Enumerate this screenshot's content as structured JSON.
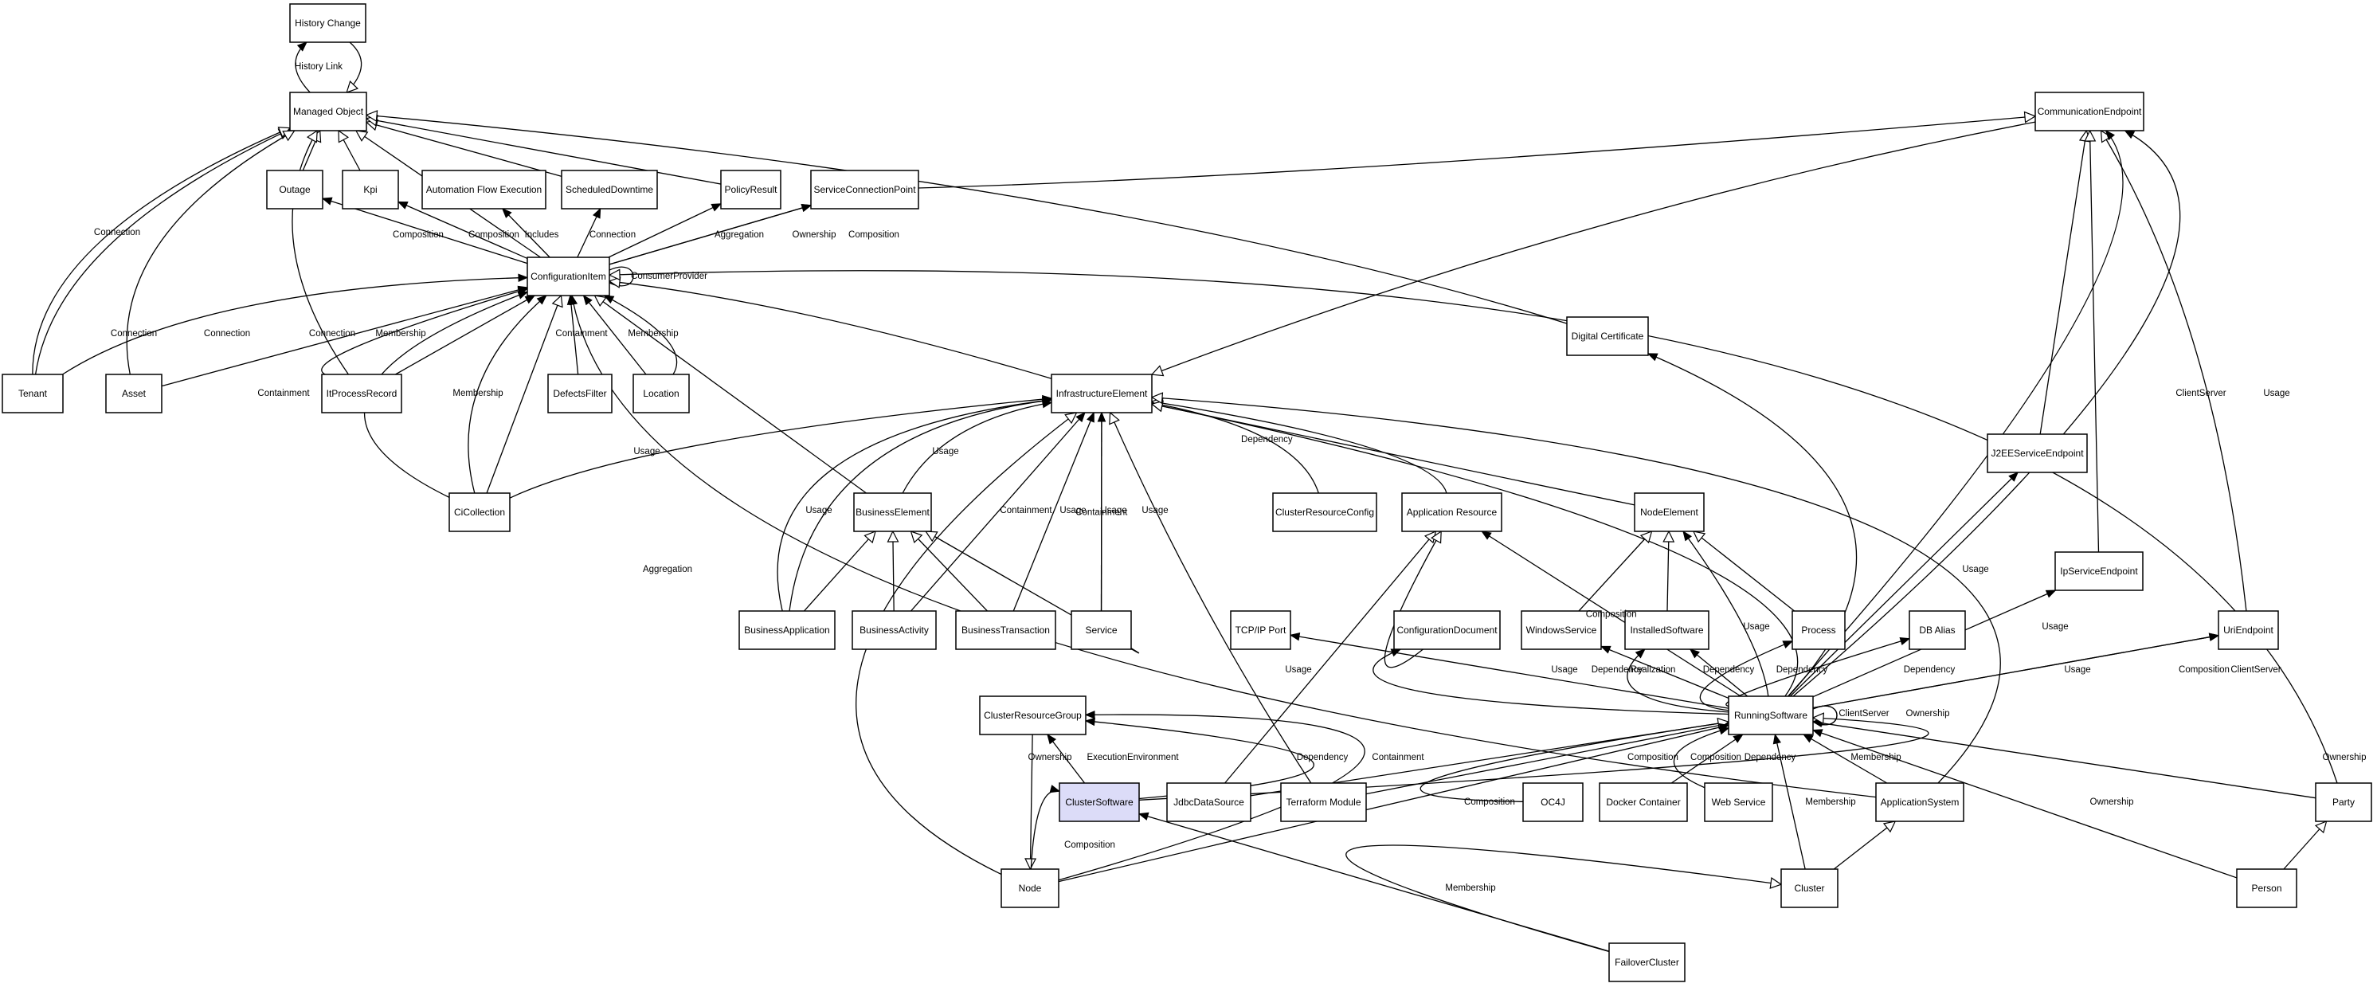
{
  "colors": {
    "node_fill": "#ffffff",
    "highlight_fill": "#dcdcf8",
    "stroke": "#000000"
  },
  "nodes": [
    {
      "id": "history_change",
      "label": "History Change"
    },
    {
      "id": "managed_object",
      "label": "Managed Object"
    },
    {
      "id": "outage",
      "label": "Outage"
    },
    {
      "id": "kpi",
      "label": "Kpi"
    },
    {
      "id": "automation_flow_execution",
      "label": "Automation Flow Execution"
    },
    {
      "id": "scheduled_downtime",
      "label": "ScheduledDowntime"
    },
    {
      "id": "policy_result",
      "label": "PolicyResult"
    },
    {
      "id": "service_connection_point",
      "label": "ServiceConnectionPoint"
    },
    {
      "id": "configuration_item",
      "label": "ConfigurationItem"
    },
    {
      "id": "communication_endpoint",
      "label": "CommunicationEndpoint"
    },
    {
      "id": "tenant",
      "label": "Tenant"
    },
    {
      "id": "asset",
      "label": "Asset"
    },
    {
      "id": "it_process_record",
      "label": "ItProcessRecord"
    },
    {
      "id": "defects_filter",
      "label": "DefectsFilter"
    },
    {
      "id": "location",
      "label": "Location"
    },
    {
      "id": "digital_certificate",
      "label": "Digital Certificate"
    },
    {
      "id": "infrastructure_element",
      "label": "InfrastructureElement"
    },
    {
      "id": "j2ee_service_endpoint",
      "label": "J2EEServiceEndpoint"
    },
    {
      "id": "ci_collection",
      "label": "CiCollection"
    },
    {
      "id": "business_element",
      "label": "BusinessElement"
    },
    {
      "id": "cluster_resource_config",
      "label": "ClusterResourceConfig"
    },
    {
      "id": "application_resource",
      "label": "Application Resource"
    },
    {
      "id": "node_element",
      "label": "NodeElement"
    },
    {
      "id": "ip_service_endpoint",
      "label": "IpServiceEndpoint"
    },
    {
      "id": "business_application",
      "label": "BusinessApplication"
    },
    {
      "id": "business_activity",
      "label": "BusinessActivity"
    },
    {
      "id": "business_transaction",
      "label": "BusinessTransaction"
    },
    {
      "id": "service",
      "label": "Service"
    },
    {
      "id": "tcpip_port",
      "label": "TCP/IP Port"
    },
    {
      "id": "configuration_document",
      "label": "ConfigurationDocument"
    },
    {
      "id": "windows_service",
      "label": "WindowsService"
    },
    {
      "id": "installed_software",
      "label": "InstalledSoftware"
    },
    {
      "id": "process",
      "label": "Process"
    },
    {
      "id": "db_alias",
      "label": "DB Alias"
    },
    {
      "id": "uri_endpoint",
      "label": "UriEndpoint"
    },
    {
      "id": "cluster_resource_group",
      "label": "ClusterResourceGroup"
    },
    {
      "id": "running_software",
      "label": "RunningSoftware"
    },
    {
      "id": "cluster_software",
      "label": "ClusterSoftware",
      "highlight": true
    },
    {
      "id": "jdbc_data_source",
      "label": "JdbcDataSource"
    },
    {
      "id": "terraform_module",
      "label": "Terraform Module"
    },
    {
      "id": "oc4j",
      "label": "OC4J"
    },
    {
      "id": "docker_container",
      "label": "Docker Container"
    },
    {
      "id": "web_service",
      "label": "Web Service"
    },
    {
      "id": "application_system",
      "label": "ApplicationSystem"
    },
    {
      "id": "party",
      "label": "Party"
    },
    {
      "id": "node",
      "label": "Node"
    },
    {
      "id": "cluster",
      "label": "Cluster"
    },
    {
      "id": "person",
      "label": "Person"
    },
    {
      "id": "failover_cluster",
      "label": "FailoverCluster"
    }
  ],
  "edges": [
    {
      "from": "managed_object",
      "to": "history_change",
      "label": "History Link",
      "head": "filled"
    },
    {
      "from": "history_change",
      "to": "managed_object",
      "label": "",
      "head": "hollow"
    },
    {
      "from": "outage",
      "to": "managed_object",
      "label": "",
      "head": "hollow"
    },
    {
      "from": "kpi",
      "to": "managed_object",
      "label": "",
      "head": "hollow"
    },
    {
      "from": "scheduled_downtime",
      "to": "managed_object",
      "label": "",
      "head": "hollow"
    },
    {
      "from": "policy_result",
      "to": "managed_object",
      "label": "",
      "head": "hollow"
    },
    {
      "from": "configuration_item",
      "to": "managed_object",
      "label": "",
      "head": "hollow"
    },
    {
      "from": "tenant",
      "to": "managed_object",
      "label": "Connection",
      "head": "hollow"
    },
    {
      "from": "tenant",
      "to": "managed_object",
      "label": "",
      "head": "hollow"
    },
    {
      "from": "asset",
      "to": "managed_object",
      "label": "",
      "head": "hollow"
    },
    {
      "from": "it_process_record",
      "to": "managed_object",
      "label": "",
      "head": "hollow"
    },
    {
      "from": "digital_certificate",
      "to": "managed_object",
      "label": "",
      "head": "hollow"
    },
    {
      "from": "configuration_item",
      "to": "outage",
      "label": "Composition",
      "head": "filled"
    },
    {
      "from": "configuration_item",
      "to": "kpi",
      "label": "Composition",
      "head": "filled"
    },
    {
      "from": "configuration_item",
      "to": "automation_flow_execution",
      "label": "Includes",
      "head": "filled"
    },
    {
      "from": "configuration_item",
      "to": "scheduled_downtime",
      "label": "Connection",
      "head": "filled"
    },
    {
      "from": "configuration_item",
      "to": "policy_result",
      "label": "Aggregation",
      "head": "filled"
    },
    {
      "from": "configuration_item",
      "to": "service_connection_point",
      "label": "Ownership",
      "head": "filled"
    },
    {
      "from": "configuration_item",
      "to": "service_connection_point",
      "label": "Composition",
      "head": "filled"
    },
    {
      "from": "service_connection_point",
      "to": "communication_endpoint",
      "label": "",
      "head": "hollow"
    },
    {
      "from": "tenant",
      "to": "configuration_item",
      "label": "Connection",
      "head": "filled"
    },
    {
      "from": "asset",
      "to": "configuration_item",
      "label": "Connection",
      "head": "filled"
    },
    {
      "from": "it_process_record",
      "to": "configuration_item",
      "label": "Connection",
      "head": "filled"
    },
    {
      "from": "it_process_record",
      "to": "configuration_item",
      "label": "Membership",
      "head": "filled"
    },
    {
      "from": "defects_filter",
      "to": "configuration_item",
      "label": "Containment",
      "head": "filled"
    },
    {
      "from": "location",
      "to": "configuration_item",
      "label": "Membership",
      "head": "filled"
    },
    {
      "from": "location",
      "to": "configuration_item",
      "label": "",
      "head": "filled"
    },
    {
      "from": "ci_collection",
      "to": "configuration_item",
      "label": "Containment",
      "head": "filled"
    },
    {
      "from": "ci_collection",
      "to": "configuration_item",
      "label": "Membership",
      "head": "filled"
    },
    {
      "from": "ci_collection",
      "to": "configuration_item",
      "label": "",
      "head": "hollow"
    },
    {
      "from": "configuration_item",
      "to": "configuration_item",
      "label": "ConsumerProvider",
      "head": "filled"
    },
    {
      "from": "infrastructure_element",
      "to": "configuration_item",
      "label": "",
      "head": "hollow"
    },
    {
      "from": "business_element",
      "to": "configuration_item",
      "label": "",
      "head": "hollow"
    },
    {
      "from": "party",
      "to": "configuration_item",
      "label": "",
      "head": "hollow"
    },
    {
      "from": "application_system",
      "to": "configuration_item",
      "label": "Aggregation",
      "head": "filled"
    },
    {
      "from": "communication_endpoint",
      "to": "infrastructure_element",
      "label": "",
      "head": "hollow"
    },
    {
      "from": "ci_collection",
      "to": "infrastructure_element",
      "label": "Usage",
      "head": "filled"
    },
    {
      "from": "business_element",
      "to": "infrastructure_element",
      "label": "Usage",
      "head": "filled"
    },
    {
      "from": "business_application",
      "to": "infrastructure_element",
      "label": "Usage",
      "head": "filled"
    },
    {
      "from": "business_application",
      "to": "infrastructure_element",
      "label": "Containment",
      "head": "filled"
    },
    {
      "from": "business_activity",
      "to": "infrastructure_element",
      "label": "Usage",
      "head": "filled"
    },
    {
      "from": "business_transaction",
      "to": "infrastructure_element",
      "label": "Usage",
      "head": "filled"
    },
    {
      "from": "service",
      "to": "infrastructure_element",
      "label": "Usage",
      "head": "filled"
    },
    {
      "from": "service",
      "to": "infrastructure_element",
      "label": "Containment",
      "head": "filled"
    },
    {
      "from": "node",
      "to": "infrastructure_element",
      "label": "",
      "head": "hollow"
    },
    {
      "from": "terraform_module",
      "to": "infrastructure_element",
      "label": "",
      "head": "hollow"
    },
    {
      "from": "cluster_resource_config",
      "to": "infrastructure_element",
      "label": "Dependency",
      "head": "filled"
    },
    {
      "from": "application_resource",
      "to": "infrastructure_element",
      "label": "",
      "head": "hollow"
    },
    {
      "from": "node_element",
      "to": "infrastructure_element",
      "label": "",
      "head": "hollow"
    },
    {
      "from": "running_software",
      "to": "infrastructure_element",
      "label": "",
      "head": "hollow"
    },
    {
      "from": "application_system",
      "to": "infrastructure_element",
      "label": "",
      "head": "hollow"
    },
    {
      "from": "business_application",
      "to": "business_element",
      "label": "",
      "head": "hollow"
    },
    {
      "from": "business_activity",
      "to": "business_element",
      "label": "",
      "head": "hollow"
    },
    {
      "from": "business_transaction",
      "to": "business_element",
      "label": "",
      "head": "hollow"
    },
    {
      "from": "service",
      "to": "business_element",
      "label": "",
      "head": "hollow"
    },
    {
      "from": "jdbc_data_source",
      "to": "application_resource",
      "label": "",
      "head": "hollow"
    },
    {
      "from": "configuration_document",
      "to": "application_resource",
      "label": "",
      "head": "hollow"
    },
    {
      "from": "running_software",
      "to": "application_resource",
      "label": "Composition",
      "head": "filled"
    },
    {
      "from": "windows_service",
      "to": "node_element",
      "label": "",
      "head": "hollow"
    },
    {
      "from": "installed_software",
      "to": "node_element",
      "label": "",
      "head": "hollow"
    },
    {
      "from": "process",
      "to": "node_element",
      "label": "",
      "head": "hollow"
    },
    {
      "from": "running_software",
      "to": "node_element",
      "label": "Usage",
      "head": "filled"
    },
    {
      "from": "j2ee_service_endpoint",
      "to": "communication_endpoint",
      "label": "",
      "head": "hollow"
    },
    {
      "from": "ip_service_endpoint",
      "to": "communication_endpoint",
      "label": "",
      "head": "hollow"
    },
    {
      "from": "uri_endpoint",
      "to": "communication_endpoint",
      "label": "",
      "head": "hollow"
    },
    {
      "from": "running_software",
      "to": "communication_endpoint",
      "label": "ClientServer",
      "head": "filled"
    },
    {
      "from": "running_software",
      "to": "communication_endpoint",
      "label": "Usage",
      "head": "filled"
    },
    {
      "from": "running_software",
      "to": "j2ee_service_endpoint",
      "label": "Usage",
      "head": "filled"
    },
    {
      "from": "running_software",
      "to": "ip_service_endpoint",
      "label": "Usage",
      "head": "filled"
    },
    {
      "from": "running_software",
      "to": "uri_endpoint",
      "label": "Composition",
      "head": "filled"
    },
    {
      "from": "running_software",
      "to": "uri_endpoint",
      "label": "ClientServer",
      "head": "filled"
    },
    {
      "from": "running_software",
      "to": "digital_certificate",
      "label": "Usage",
      "head": "filled"
    },
    {
      "from": "running_software",
      "to": "tcpip_port",
      "label": "Usage",
      "head": "filled"
    },
    {
      "from": "running_software",
      "to": "configuration_document",
      "label": "Usage",
      "head": "filled"
    },
    {
      "from": "running_software",
      "to": "windows_service",
      "label": "Dependency",
      "head": "filled"
    },
    {
      "from": "running_software",
      "to": "installed_software",
      "label": "Realization",
      "head": "filled"
    },
    {
      "from": "running_software",
      "to": "installed_software",
      "label": "Dependency",
      "head": "filled"
    },
    {
      "from": "running_software",
      "to": "process",
      "label": "Dependency",
      "head": "filled"
    },
    {
      "from": "running_software",
      "to": "db_alias",
      "label": "Dependency",
      "head": "filled"
    },
    {
      "from": "running_software",
      "to": "running_software",
      "label": "ClientServer",
      "head": "filled"
    },
    {
      "from": "running_software",
      "to": "running_software",
      "label": "Ownership",
      "head": "filled"
    },
    {
      "from": "jdbc_data_source",
      "to": "running_software",
      "label": "Dependency",
      "head": "filled"
    },
    {
      "from": "terraform_module",
      "to": "running_software",
      "label": "Containment",
      "head": "filled"
    },
    {
      "from": "oc4j",
      "to": "running_software",
      "label": "Composition",
      "head": "hollow"
    },
    {
      "from": "docker_container",
      "to": "running_software",
      "label": "Composition",
      "head": "filled"
    },
    {
      "from": "web_service",
      "to": "running_software",
      "label": "Dependency",
      "head": "filled"
    },
    {
      "from": "application_system",
      "to": "running_software",
      "label": "Membership",
      "head": "filled"
    },
    {
      "from": "cluster",
      "to": "running_software",
      "label": "Membership",
      "head": "filled"
    },
    {
      "from": "party",
      "to": "running_software",
      "label": "Ownership",
      "head": "filled"
    },
    {
      "from": "person",
      "to": "running_software",
      "label": "Ownership",
      "head": "filled"
    },
    {
      "from": "node",
      "to": "running_software",
      "label": "Composition",
      "head": "filled"
    },
    {
      "from": "cluster_software",
      "to": "running_software",
      "label": "",
      "head": "hollow"
    },
    {
      "from": "cluster_software",
      "to": "cluster_resource_group",
      "label": "Ownership",
      "head": "filled"
    },
    {
      "from": "cluster_software",
      "to": "cluster_resource_group",
      "label": "ExecutionEnvironment",
      "head": "filled"
    },
    {
      "from": "node",
      "to": "cluster_resource_group",
      "label": "",
      "head": "filled"
    },
    {
      "from": "cluster_resource_group",
      "to": "node",
      "label": "",
      "head": "hollow"
    },
    {
      "from": "node",
      "to": "cluster_software",
      "label": "Composition",
      "head": "filled"
    },
    {
      "from": "failover_cluster",
      "to": "cluster_software",
      "label": "Membership",
      "head": "filled"
    },
    {
      "from": "failover_cluster",
      "to": "cluster",
      "label": "",
      "head": "hollow"
    },
    {
      "from": "cluster",
      "to": "application_system",
      "label": "",
      "head": "hollow"
    },
    {
      "from": "person",
      "to": "party",
      "label": "",
      "head": "hollow"
    }
  ]
}
